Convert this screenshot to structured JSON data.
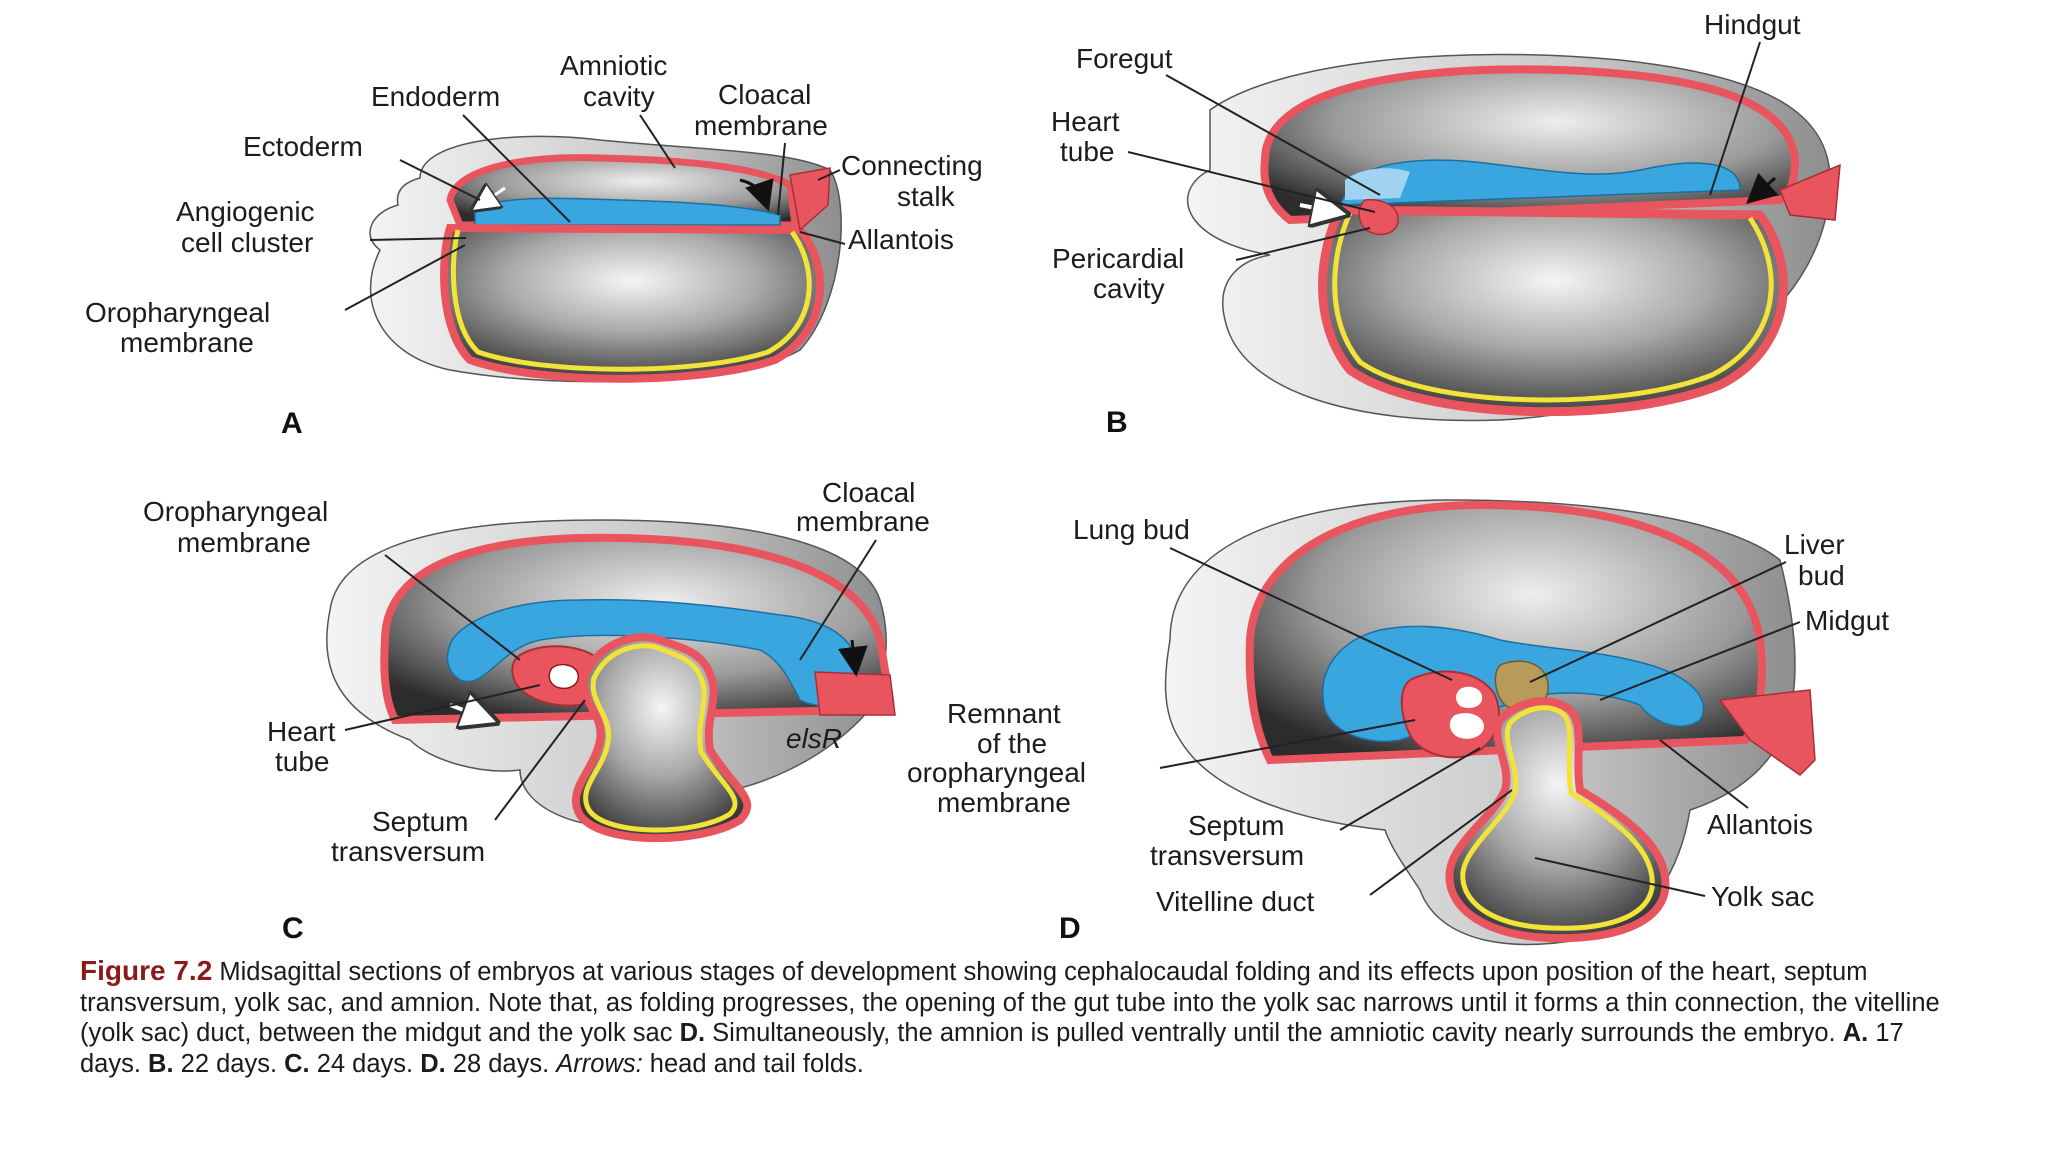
{
  "colors": {
    "ectoderm": "#3aa6e0",
    "ectoderm_light": "#9fd3ef",
    "mesoderm": "#e8555f",
    "endoderm": "#f2e33a",
    "cavity_dark": "#1e1e1e",
    "shading": "#bdbdbd",
    "caption_red": "#8b1a1a",
    "liver": "#b89a5a"
  },
  "panels": {
    "A": {
      "letter": "A",
      "labels": {
        "amniotic_cavity_1": "Amniotic",
        "amniotic_cavity_2": "cavity",
        "endoderm": "Endoderm",
        "cloacal_1": "Cloacal",
        "cloacal_2": "membrane",
        "ectoderm": "Ectoderm",
        "connecting_1": "Connecting",
        "connecting_2": "stalk",
        "angiogenic_1": "Angiogenic",
        "angiogenic_2": "cell cluster",
        "allantois": "Allantois",
        "oropharyngeal_1": "Oropharyngeal",
        "oropharyngeal_2": "membrane"
      }
    },
    "B": {
      "letter": "B",
      "labels": {
        "hindgut": "Hindgut",
        "foregut": "Foregut",
        "heart_1": "Heart",
        "heart_2": "tube",
        "pericardial_1": "Pericardial",
        "pericardial_2": "cavity"
      }
    },
    "C": {
      "letter": "C",
      "signature": "elsR",
      "labels": {
        "oropharyngeal_1": "Oropharyngeal",
        "oropharyngeal_2": "membrane",
        "cloacal_1": "Cloacal",
        "cloacal_2": "membrane",
        "heart_1": "Heart",
        "heart_2": "tube",
        "septum_1": "Septum",
        "septum_2": "transversum"
      }
    },
    "D": {
      "letter": "D",
      "labels": {
        "lung_bud": "Lung bud",
        "liver_1": "Liver",
        "liver_2": "bud",
        "midgut": "Midgut",
        "remnant_1": "Remnant",
        "remnant_2": "of the",
        "remnant_3": "oropharyngeal",
        "remnant_4": "membrane",
        "septum_1": "Septum",
        "septum_2": "transversum",
        "allantois": "Allantois",
        "vitelline": "Vitelline duct",
        "yolk_sac": "Yolk sac"
      }
    }
  },
  "caption": {
    "figure_label": "Figure 7.2",
    "text_1": " Midsagittal sections of embryos at various stages of development showing cephalocaudal folding and its effects upon position of the heart, septum transversum, yolk sac, and amnion. Note that, as folding progresses, the opening of the gut tube into the yolk sac narrows until it forms a thin connection, the vitelline (yolk sac) duct, between the midgut and the yolk sac ",
    "bold_D": "D.",
    "text_2": " Simultaneously, the amnion is pulled ventrally until the amniotic cavity nearly surrounds the embryo. ",
    "bold_A": "A.",
    "text_A": " 17 days. ",
    "bold_B": "B.",
    "text_B": " 22 days. ",
    "bold_C": "C.",
    "text_C": " 24 days. ",
    "bold_D2": "D.",
    "text_D": " 28 days. ",
    "italic_arrows": "Arrows:",
    "text_end": " head and tail folds."
  }
}
